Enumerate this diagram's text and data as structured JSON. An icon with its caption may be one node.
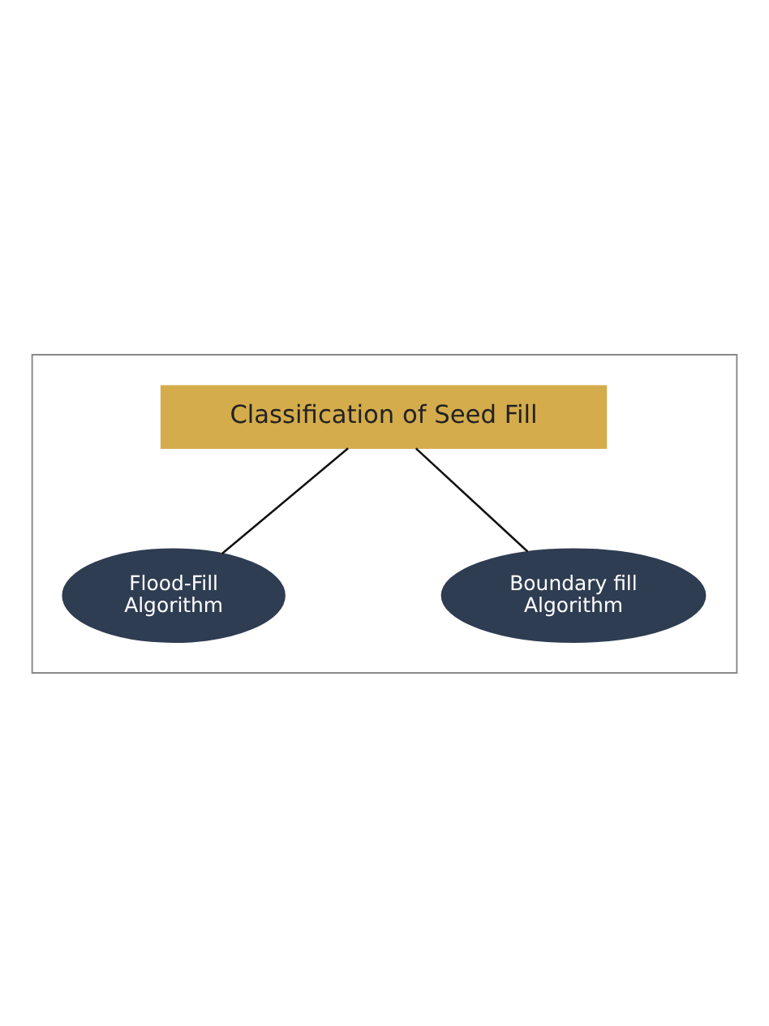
{
  "diagram": {
    "nodes": [
      {
        "text": [],
        "shape": "box"
      },
      {
        "text": [
          "Classification of Seed Fill"
        ],
        "in": 0
      },
      {
        "text": [
          "Flood-Fill Algorithm"
        ],
        "in": 0
      },
      {
        "text": [
          "Boundary fill Algorithm"
        ],
        "in": 0
      }
    ],
    "edges": [
      {
        "from": 1,
        "to": 2,
        "arrow": "none"
      },
      {
        "from": 1,
        "to": 3,
        "arrow": "none"
      }
    ]
  }
}
